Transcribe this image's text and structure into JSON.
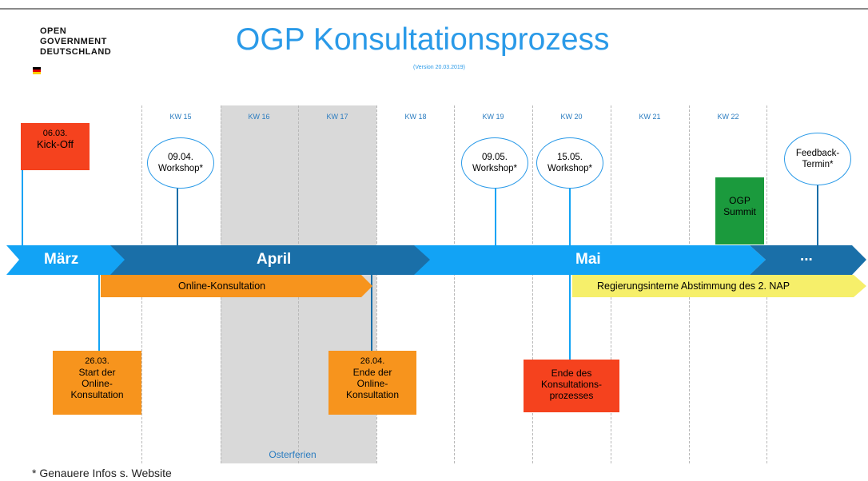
{
  "logo": {
    "line1": "OPEN",
    "line2": "GOVERNMENT",
    "line3": "DEUTSCHLAND"
  },
  "flag_colors": [
    "#000000",
    "#dd0000",
    "#ffce00"
  ],
  "title": "OGP Konsultationsprozess",
  "version": "(Version 20.03.2019)",
  "weeks": [
    "KW 15",
    "KW 16",
    "KW 17",
    "KW 18",
    "KW 19",
    "KW 20",
    "KW 21",
    "KW 22"
  ],
  "holiday_label": "Osterferien",
  "months": {
    "maerz": "März",
    "april": "April",
    "mai": "Mai",
    "more": "..."
  },
  "phases": {
    "online": "Online-Konsultation",
    "intern": "Regierungsinterne Abstimmung des 2. NAP"
  },
  "milestones_top": {
    "kickoff": {
      "date": "06.03.",
      "label": "Kick-Off"
    },
    "workshop1": {
      "date": "09.04.",
      "label": "Workshop*"
    },
    "workshop2": {
      "date": "09.05.",
      "label": "Workshop*"
    },
    "workshop3": {
      "date": "15.05.",
      "label": "Workshop*"
    },
    "summit": {
      "line1": "OGP",
      "line2": "Summit"
    },
    "feedback": {
      "line1": "Feedback-",
      "line2": "Termin*"
    }
  },
  "milestones_bottom": {
    "start": {
      "date": "26.03.",
      "line1": "Start der",
      "line2": "Online-",
      "line3": "Konsultation"
    },
    "end": {
      "date": "26.04.",
      "line1": "Ende der",
      "line2": "Online-",
      "line3": "Konsultation"
    },
    "process_end": {
      "line1": "Ende des",
      "line2": "Konsultations-",
      "line3": "prozesses"
    }
  },
  "footnote": "* Genauere Infos s. Website",
  "colors": {
    "title_blue": "#2a9ae8",
    "banner_light": "#12a3f5",
    "banner_dark": "#1a6fa8",
    "orange": "#f7941d",
    "yellow": "#f6ef6a",
    "red": "#f5421e",
    "green": "#1b9a3d",
    "grey": "#d9d9d9"
  }
}
